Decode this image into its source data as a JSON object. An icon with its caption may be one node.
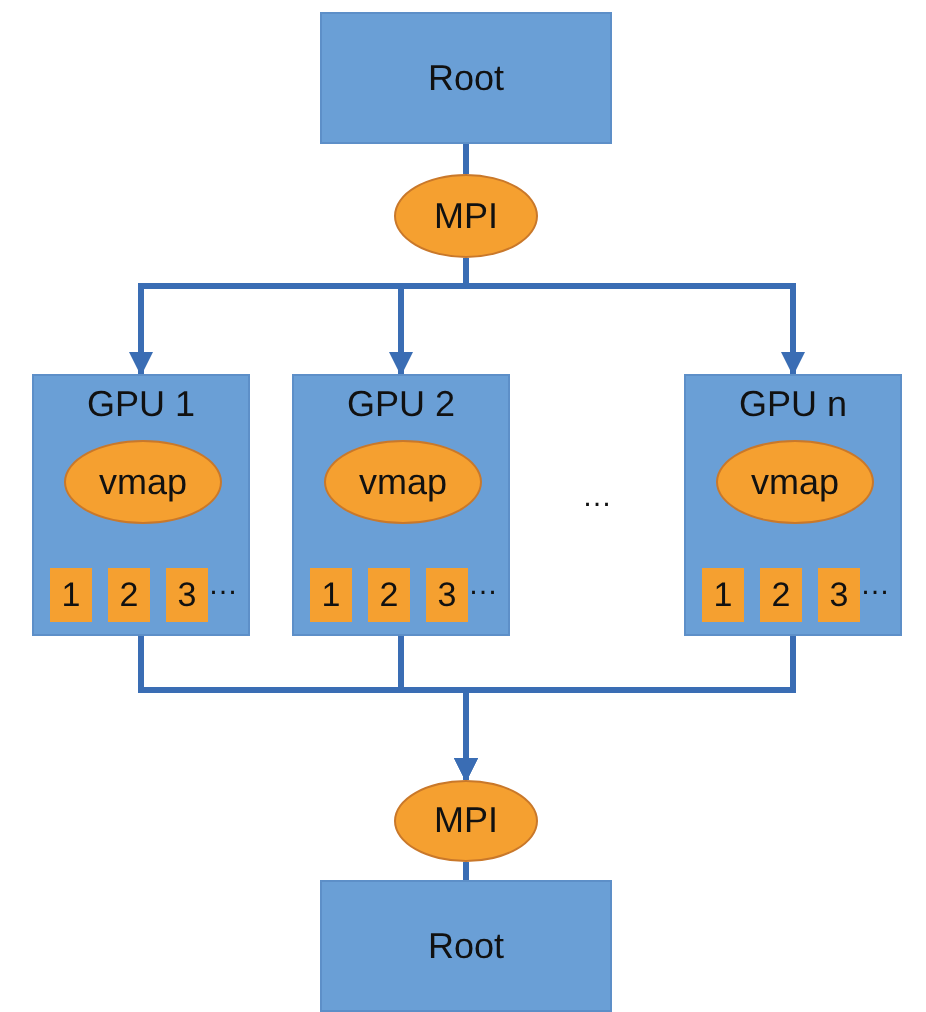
{
  "diagram": {
    "nodes": [
      {
        "text": [
          "Root"
        ]
      },
      {
        "text": [
          "MPI"
        ]
      },
      {
        "text": [
          "GPU 1"
        ]
      },
      {
        "text": [
          "vmap"
        ],
        "in": 2
      },
      {
        "text": [
          "1"
        ],
        "in": 2
      },
      {
        "text": [
          "2"
        ],
        "in": 2
      },
      {
        "text": [
          "3"
        ],
        "in": 2
      },
      {
        "text": [
          "GPU 2"
        ]
      },
      {
        "text": [
          "vmap"
        ],
        "in": 7
      },
      {
        "text": [
          "1"
        ],
        "in": 7
      },
      {
        "text": [
          "2"
        ],
        "in": 7
      },
      {
        "text": [
          "3"
        ],
        "in": 7
      },
      {
        "text": [
          "GPU n"
        ]
      },
      {
        "text": [
          "vmap"
        ],
        "in": 12
      },
      {
        "text": [
          "1"
        ],
        "in": 12
      },
      {
        "text": [
          "2"
        ],
        "in": 12
      },
      {
        "text": [
          "3"
        ],
        "in": 12
      },
      {
        "text": [
          "MPI"
        ]
      },
      {
        "text": [
          "Root"
        ]
      }
    ],
    "edges": [
      {
        "from": 0,
        "to": 1,
        "arrow": "none"
      },
      {
        "from": 1,
        "to": 2,
        "arrow": "to"
      },
      {
        "from": 1,
        "to": 7,
        "arrow": "to"
      },
      {
        "from": 1,
        "to": 12,
        "arrow": "to"
      },
      {
        "from": 2,
        "to": 17,
        "arrow": "to"
      },
      {
        "from": 7,
        "to": 17,
        "arrow": "to"
      },
      {
        "from": 12,
        "to": 17,
        "arrow": "to"
      },
      {
        "from": 17,
        "to": 18,
        "arrow": "none"
      }
    ],
    "labels": [
      "…",
      "…",
      "…",
      "…"
    ]
  }
}
